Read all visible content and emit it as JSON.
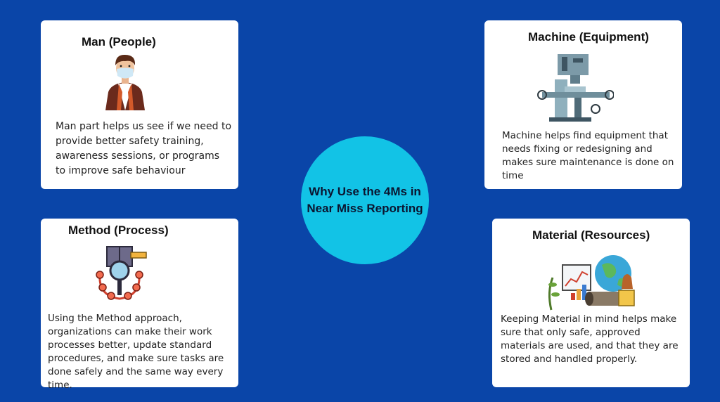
{
  "center": {
    "title": "Why Use the 4Ms in Near Miss Reporting"
  },
  "cards": {
    "man": {
      "title": "Man (People)",
      "icon": "masked-worker-icon",
      "text": "Man part helps us see if we need to provide better safety training, awareness sessions, or programs to improve safe behaviour"
    },
    "machine": {
      "title": "Machine (Equipment)",
      "icon": "milling-machine-icon",
      "text": "Machine helps find equipment that needs fixing or redesigning and makes sure maintenance is done on time"
    },
    "method": {
      "title": "Method (Process)",
      "icon": "process-magnifier-icon",
      "text": "Using the Method approach, organizations can make their work processes better, update standard procedures, and make sure tasks are done safely and the same way every time."
    },
    "material": {
      "title": "Material (Resources)",
      "icon": "resources-globe-icon",
      "text": "Keeping Material in mind helps make sure that only safe, approved materials are used, and that they are stored and handled properly."
    }
  },
  "colors": {
    "background": "#0a45a8",
    "center_circle": "#12c3e6",
    "card": "#ffffff"
  }
}
